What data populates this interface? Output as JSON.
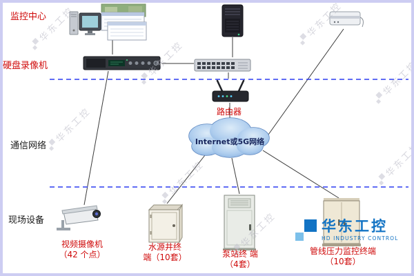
{
  "left_labels": {
    "monitoring_center": "监控中心",
    "dvr": "硬盘录像机",
    "comm_network": "通信网络",
    "field_devices": "现场设备"
  },
  "network": {
    "router": "路由器",
    "cloud": "Internet或5G网络"
  },
  "field": {
    "camera": {
      "line1": "视频摄像机",
      "line2": "（42 个点）"
    },
    "well": {
      "line1": "水源井终",
      "line2": "端（10套）"
    },
    "pump": {
      "line1": "泵站终 端",
      "line2": "（4套）"
    },
    "pipeline": {
      "line1": "管线压力监控终端",
      "line2": "（10套）"
    }
  },
  "logo": {
    "cn": "华东工控",
    "en": "HD INDUSTRY CONTROL"
  },
  "watermark": {
    "text": "华东工控"
  },
  "colors": {
    "label_red": "#cf0a0a",
    "label_black": "#1a1a1a",
    "dashed_blue": "#2b3bf0",
    "logo_blue": "#1273c4",
    "cloud_fill": "#aecdee"
  }
}
